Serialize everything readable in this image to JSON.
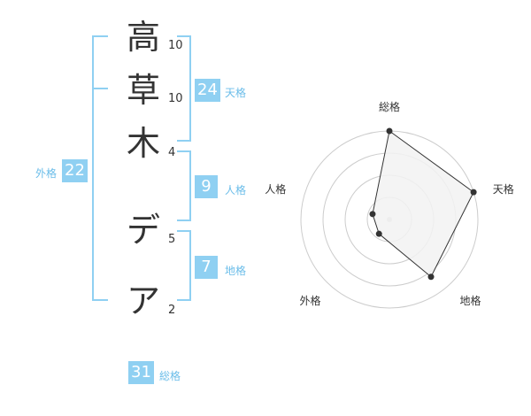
{
  "name": {
    "chars": [
      {
        "char": "高",
        "strokes": "10"
      },
      {
        "char": "草",
        "strokes": "10"
      },
      {
        "char": "木",
        "strokes": "4"
      },
      {
        "char": "デ",
        "strokes": "5"
      },
      {
        "char": "ア",
        "strokes": "2"
      }
    ]
  },
  "fortune": {
    "tenkaku": {
      "label": "天格",
      "value": "24"
    },
    "jinkaku": {
      "label": "人格",
      "value": "9"
    },
    "chikaku": {
      "label": "地格",
      "value": "7"
    },
    "gaikaku": {
      "label": "外格",
      "value": "22"
    },
    "soukaku": {
      "label": "総格",
      "value": "31"
    }
  },
  "colors": {
    "accent": "#8fd0f2",
    "accent_text": "#6bbde9",
    "text": "#333333",
    "radar_fill": "#f2f2f2",
    "radar_grid": "#cccccc"
  },
  "chart_data": {
    "type": "radar",
    "axes": [
      "総格",
      "天格",
      "地格",
      "外格",
      "人格"
    ],
    "values": [
      5,
      5,
      4,
      1,
      1
    ],
    "rmax": 5,
    "rings": 4
  }
}
